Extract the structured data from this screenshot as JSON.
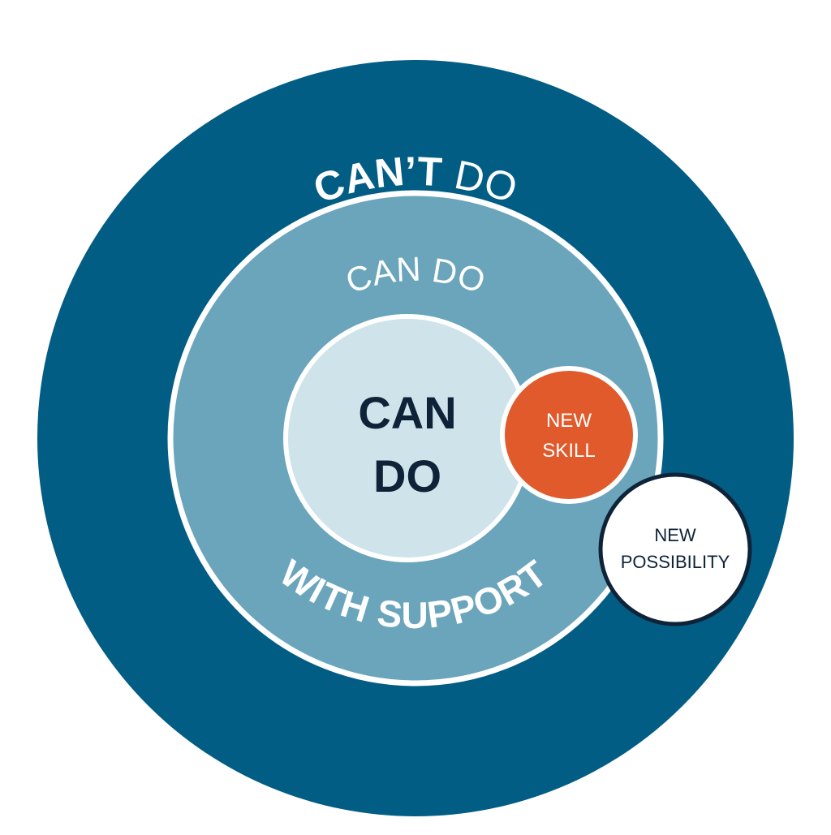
{
  "diagram": {
    "outer_ring": {
      "label_bold": "CAN’T",
      "label_light": " DO",
      "color": "#025d84"
    },
    "middle_ring": {
      "label_top": "CAN DO",
      "label_bottom": "WITH SUPPORT",
      "color": "#6aa5bb"
    },
    "inner_circle": {
      "line1": "CAN",
      "line2": "DO",
      "color": "#cee3ea",
      "text_color": "#0e2338"
    },
    "new_skill": {
      "line1": "NEW",
      "line2": "SKILL",
      "color": "#e05a2b"
    },
    "new_possibility": {
      "line1": "NEW",
      "line2": "POSSIBILITY",
      "color": "#ffffff",
      "border_color": "#0e2338"
    }
  }
}
